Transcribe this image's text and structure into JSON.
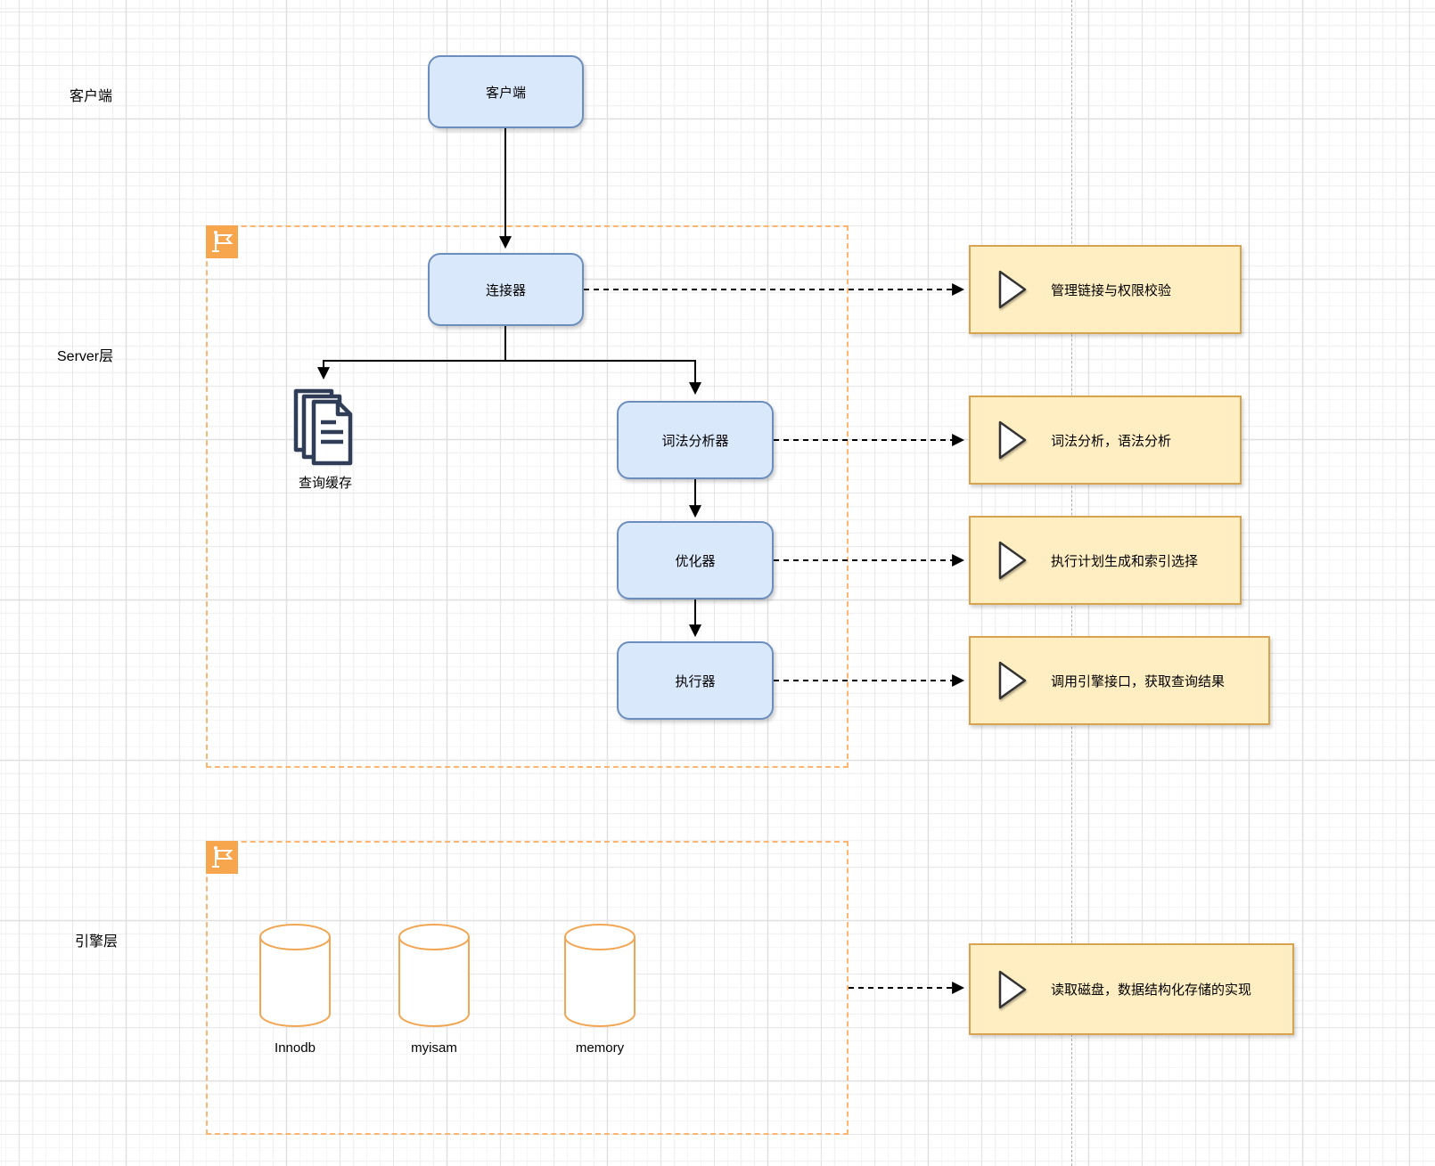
{
  "layers": {
    "client": "客户端",
    "server": "Server层",
    "engine": "引擎层"
  },
  "nodes": {
    "client": "客户端",
    "connector": "连接器",
    "query_cache": "查询缓存",
    "analyzer": "词法分析器",
    "optimizer": "优化器",
    "executor": "执行器"
  },
  "engines": [
    "Innodb",
    "myisam",
    "memory"
  ],
  "notes": [
    "管理链接与权限校验",
    "词法分析，语法分析",
    "执行计划生成和索引选择",
    "调用引擎接口，获取查询结果",
    "读取磁盘，数据结构化存储的实现"
  ],
  "icons": {
    "flag": "flag-icon",
    "documents": "documents-icon",
    "play": "play-icon",
    "database": "database-cylinder-icon"
  },
  "colors": {
    "node_fill": "#dae8fc",
    "node_border": "#6c8ebf",
    "note_fill": "#ffeec2",
    "note_border": "#d8a34e",
    "container_border": "#ffb570",
    "badge_fill": "#f7a64e",
    "connector_color": "#000000",
    "cylinder_border": "#f2a654",
    "icon_color": "#2f3e56",
    "pagebreak_color": "#b0b0b0",
    "grid_minor": "#f2f2f2",
    "grid_major": "#e0e0e0"
  }
}
